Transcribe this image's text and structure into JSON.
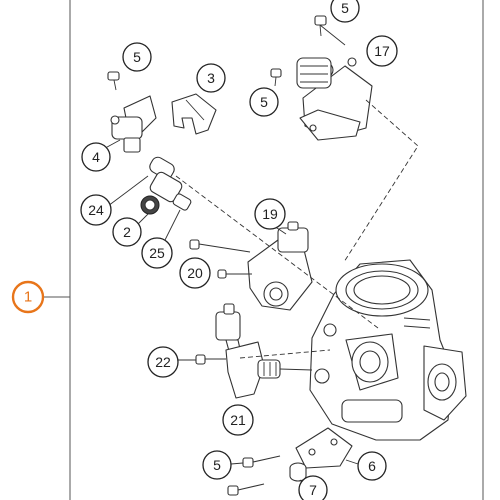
{
  "callouts": {
    "assembly": "1",
    "c2": "2",
    "c3": "3",
    "c4": "4",
    "c5_top": "5",
    "c5_left": "5",
    "c5_sensor": "5",
    "c5_bottom": "5",
    "c6": "6",
    "c7": "7",
    "c17": "17",
    "c19": "19",
    "c20": "20",
    "c21": "21",
    "c22": "22",
    "c24": "24",
    "c25": "25"
  },
  "colors": {
    "accent": "#e8751a",
    "line": "#333333"
  }
}
